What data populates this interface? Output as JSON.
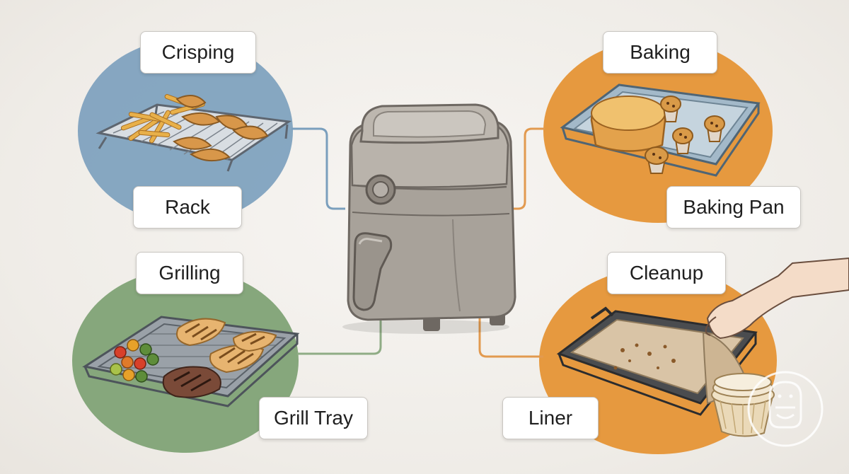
{
  "sections": {
    "crisping": {
      "title": "Crisping",
      "accessory": "Rack",
      "bubble_color": "#7fa2bf"
    },
    "baking": {
      "title": "Baking",
      "accessory": "Baking Pan",
      "bubble_color": "#e6993f"
    },
    "grilling": {
      "title": "Grilling",
      "accessory": "Grill Tray",
      "bubble_color": "#86a77c"
    },
    "cleanup": {
      "title": "Cleanup",
      "accessory": "Liner",
      "bubble_color": "#e6993f"
    }
  },
  "colors": {
    "background": "#efece7",
    "air_fryer_body": "#a8a29a",
    "connector_blue": "#7a9fbd",
    "connector_orange": "#e29a4f",
    "connector_green": "#8fac85"
  },
  "icons": {
    "center": "air-fryer-icon",
    "rack": "wire-rack-with-fries-and-wedges-icon",
    "baking_pan": "baking-pan-with-cake-and-muffins-icon",
    "grill_tray": "grill-tray-with-chicken-steak-vegetables-icon",
    "liner": "hand-peeling-liner-icon",
    "liner_cups": "paper-liner-cups-icon",
    "watermark": "logo-watermark-icon"
  }
}
